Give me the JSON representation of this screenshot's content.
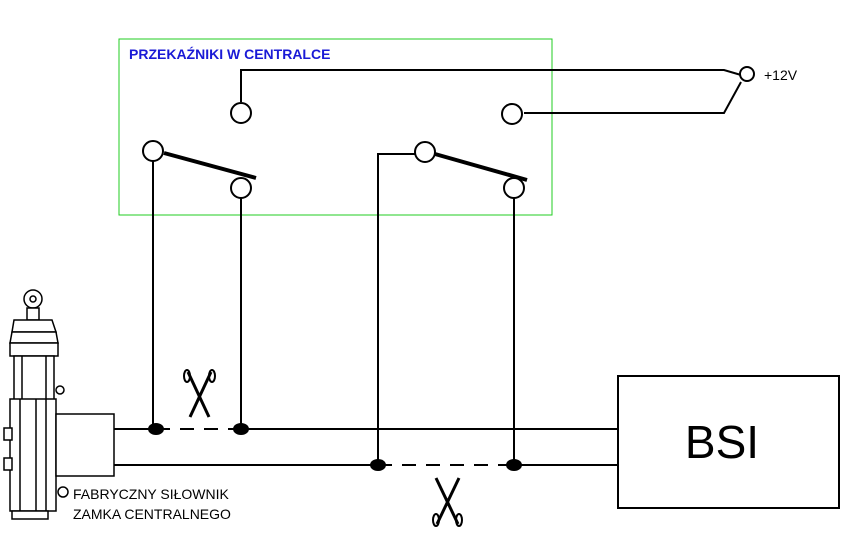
{
  "relay_box": {
    "title": "PRZEKAŹNIKI W CENTRALCE",
    "border_color": "#22cc22",
    "title_color": "#1a1ad6"
  },
  "supply": {
    "label": "+12V"
  },
  "bsi": {
    "label": "BSI"
  },
  "actuator": {
    "label_line1": "FABRYCZNY SIŁOWNIK",
    "label_line2": "ZAMKA CENTRALNEGO"
  },
  "icons": {
    "cut_top": "scissors-icon",
    "cut_bottom": "scissors-icon"
  },
  "colors": {
    "wire": "#000000",
    "background": "#ffffff"
  }
}
